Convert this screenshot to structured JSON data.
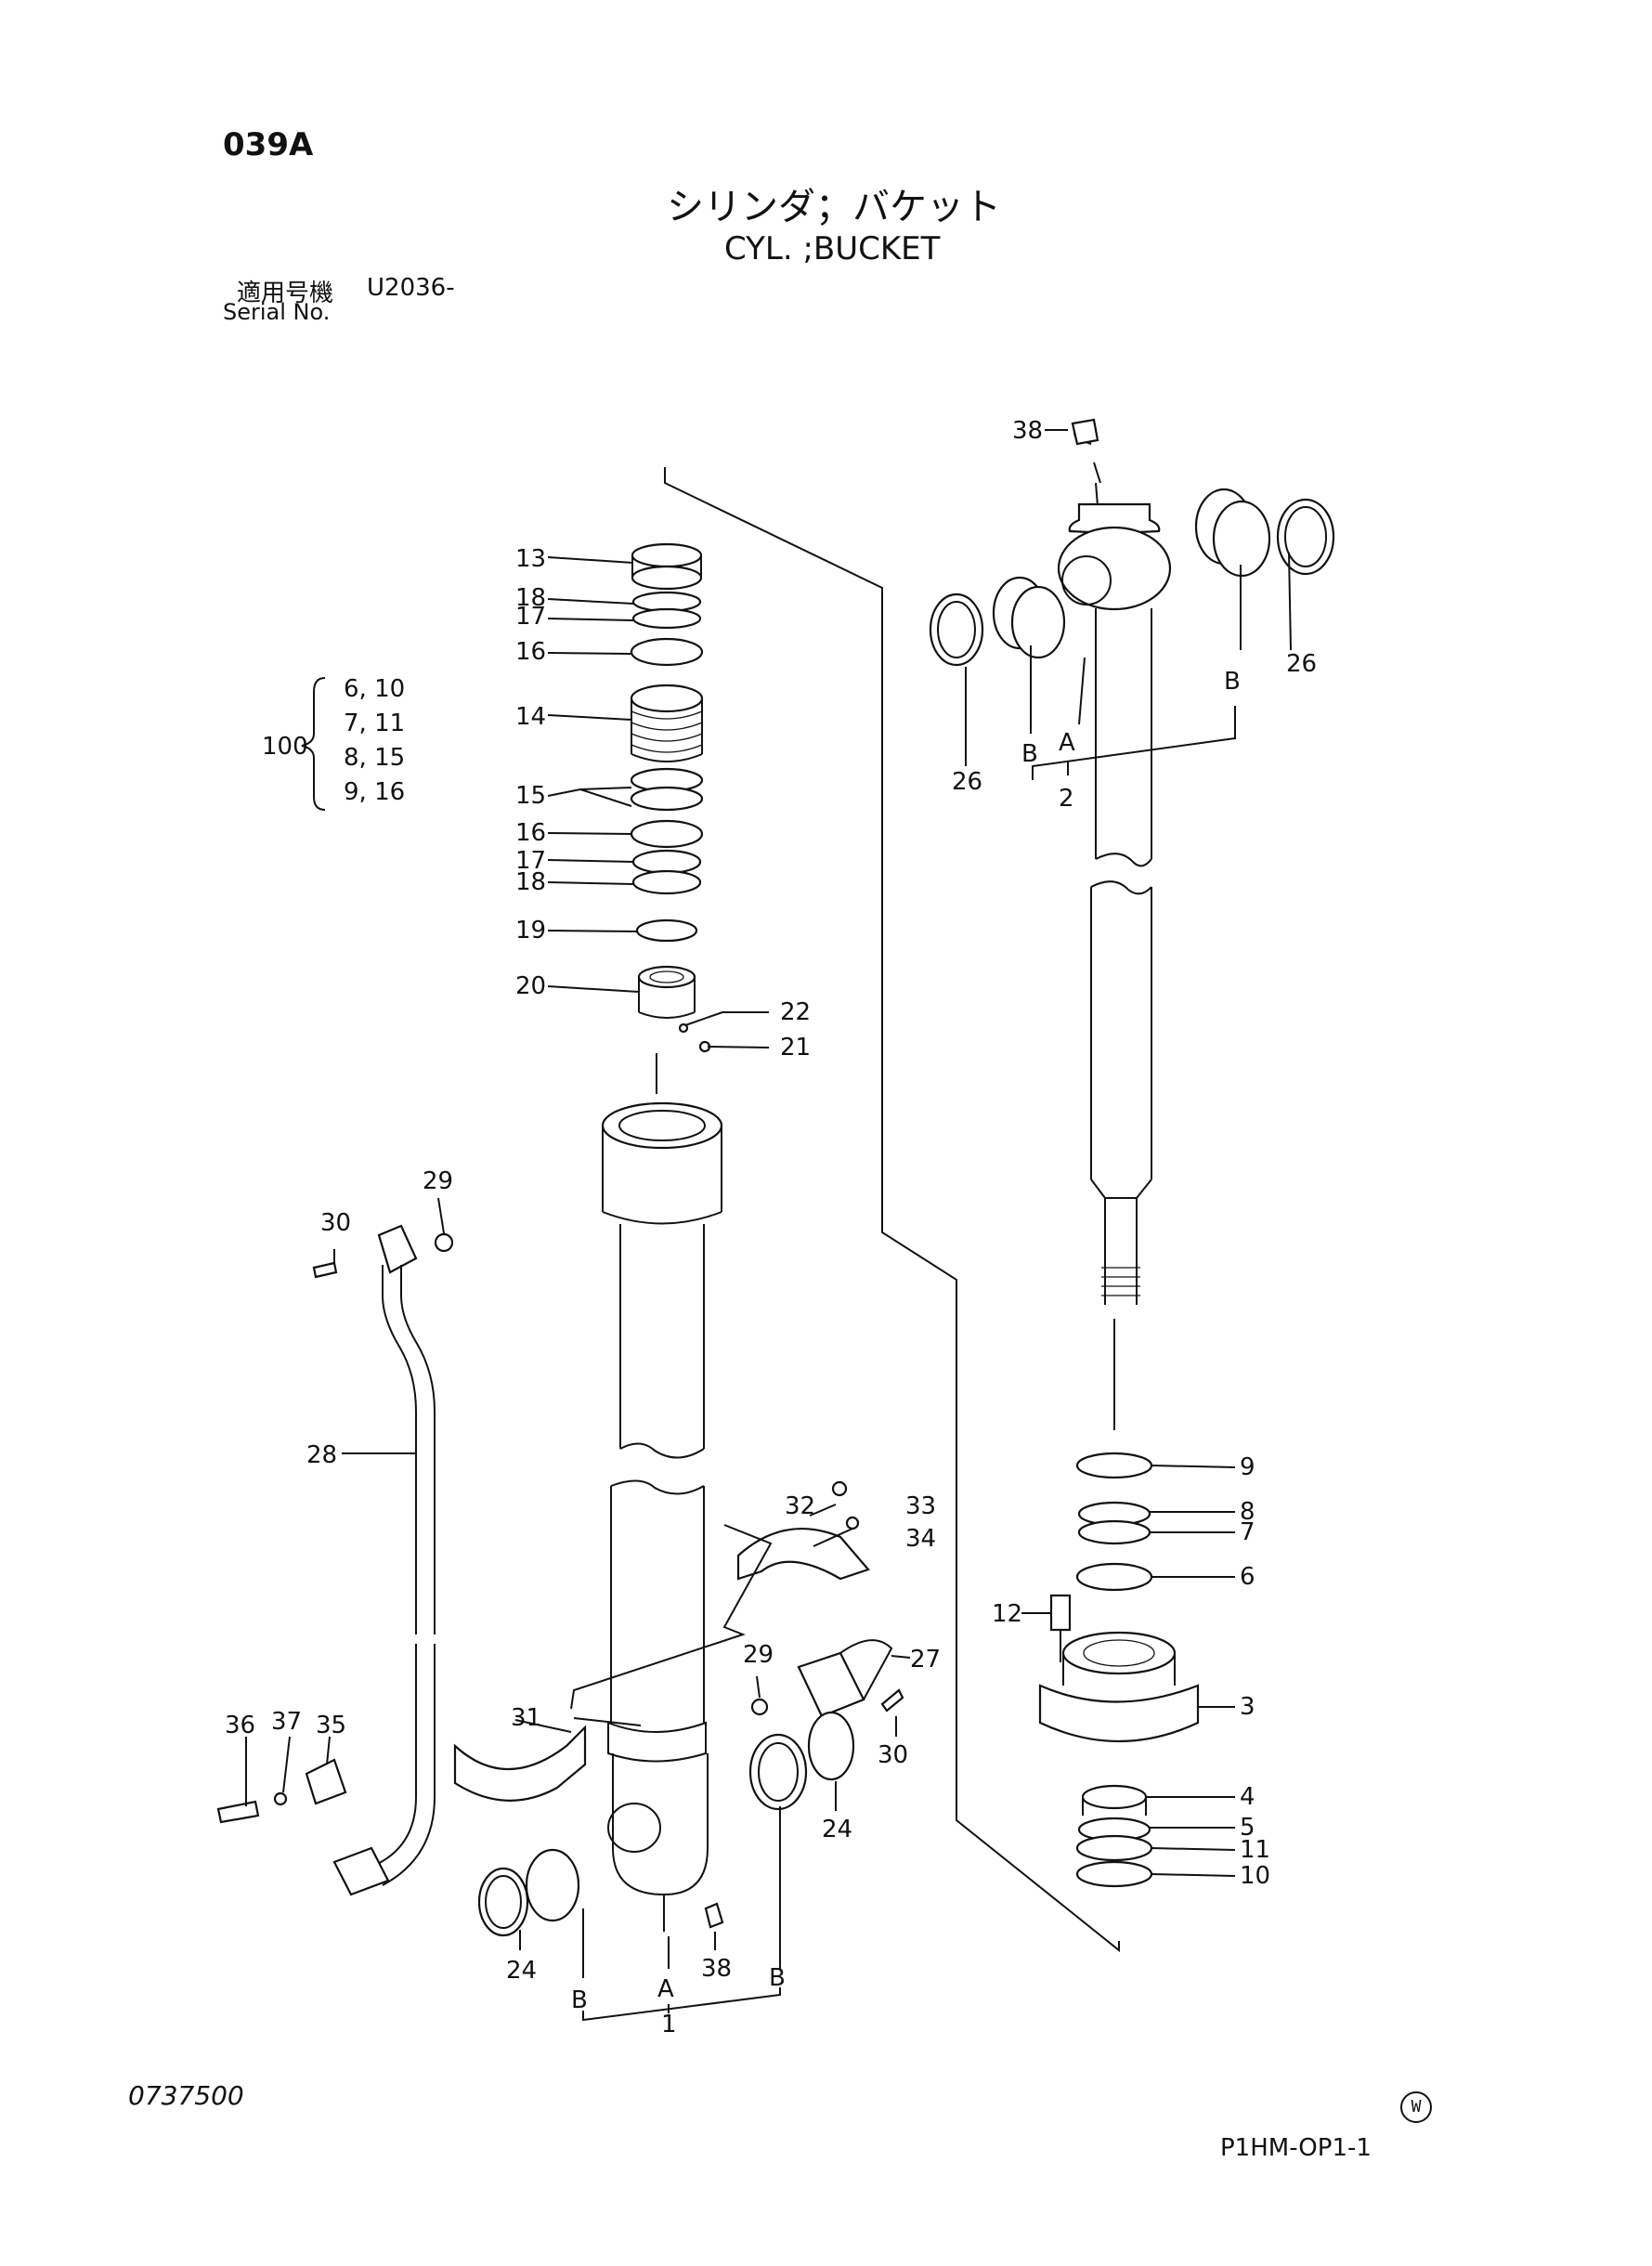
{
  "header": {
    "page_code": "039A",
    "title_jp": "シリンダ；バケット",
    "title_en": "CYL. ;BUCKET",
    "serial_label_jp": "適用号機",
    "serial_value": "U2036-",
    "serial_label_en": "Serial No."
  },
  "footer": {
    "doc_number": "0737500",
    "watermark": "W",
    "page_ref": "P1HM-OP1-1"
  },
  "kit": {
    "number": "100",
    "rows": [
      "6, 10",
      "7, 11",
      "8, 15",
      "9, 16"
    ]
  },
  "callouts": {
    "c13": "13",
    "c18a": "18",
    "c17a": "17",
    "c16a": "16",
    "c14": "14",
    "c15": "15",
    "c16b": "16",
    "c17b": "17",
    "c18b": "18",
    "c19": "19",
    "c20": "20",
    "c22": "22",
    "c21": "21",
    "c38a": "38",
    "c26a": "26",
    "c26b": "26",
    "c2": "2",
    "cBa": "B",
    "cAa": "A",
    "cBb": "B",
    "c29a": "29",
    "c30a": "30",
    "c28": "28",
    "c32": "32",
    "c33": "33",
    "c34": "34",
    "c29b": "29",
    "c27": "27",
    "c31": "31",
    "c35": "35",
    "c36": "36",
    "c37": "37",
    "c30b": "30",
    "c24a": "24",
    "c24b": "24",
    "c38b": "38",
    "c1": "1",
    "cBc": "B",
    "cAb": "A",
    "cBd": "B",
    "c9": "9",
    "c8": "8",
    "c7": "7",
    "c6": "6",
    "c12": "12",
    "c3": "3",
    "c4": "4",
    "c5": "5",
    "c11": "11",
    "c10": "10"
  }
}
